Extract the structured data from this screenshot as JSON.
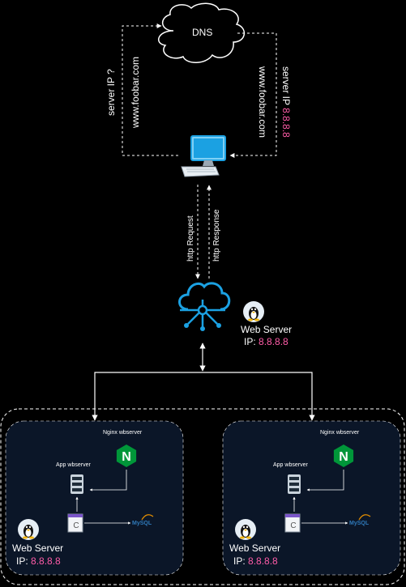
{
  "dns": {
    "label": "DNS"
  },
  "edges": {
    "server_ip_question": "server IP ?",
    "domain_left": "www.foobar.com",
    "domain_right": "www.foobar.com",
    "server_ip_answer_prefix": "server IP ",
    "server_ip_answer_value": "8.8.8.8",
    "http_request": "http Request",
    "http_response": "http Response"
  },
  "load_balancer": {
    "title": "Web Server",
    "ip_prefix": "IP: ",
    "ip_value": "8.8.8.8"
  },
  "servers": [
    {
      "title": "Web Server",
      "ip_prefix": "IP: ",
      "ip_value": "8.8.8.8",
      "nginx_label": "Nginx wbserver",
      "app_label": "App wbserver",
      "code_glyph": "C",
      "db_label": "MySQL"
    },
    {
      "title": "Web Server",
      "ip_prefix": "IP: ",
      "ip_value": "8.8.8.8",
      "nginx_label": "Nginx wbserver",
      "app_label": "App wbserver",
      "code_glyph": "C",
      "db_label": "MySQL"
    }
  ],
  "colors": {
    "accent_ip": "#ff5ca8",
    "panel": "#0b1628",
    "icon_blue": "#1ba1e2",
    "nginx_green": "#009639"
  }
}
